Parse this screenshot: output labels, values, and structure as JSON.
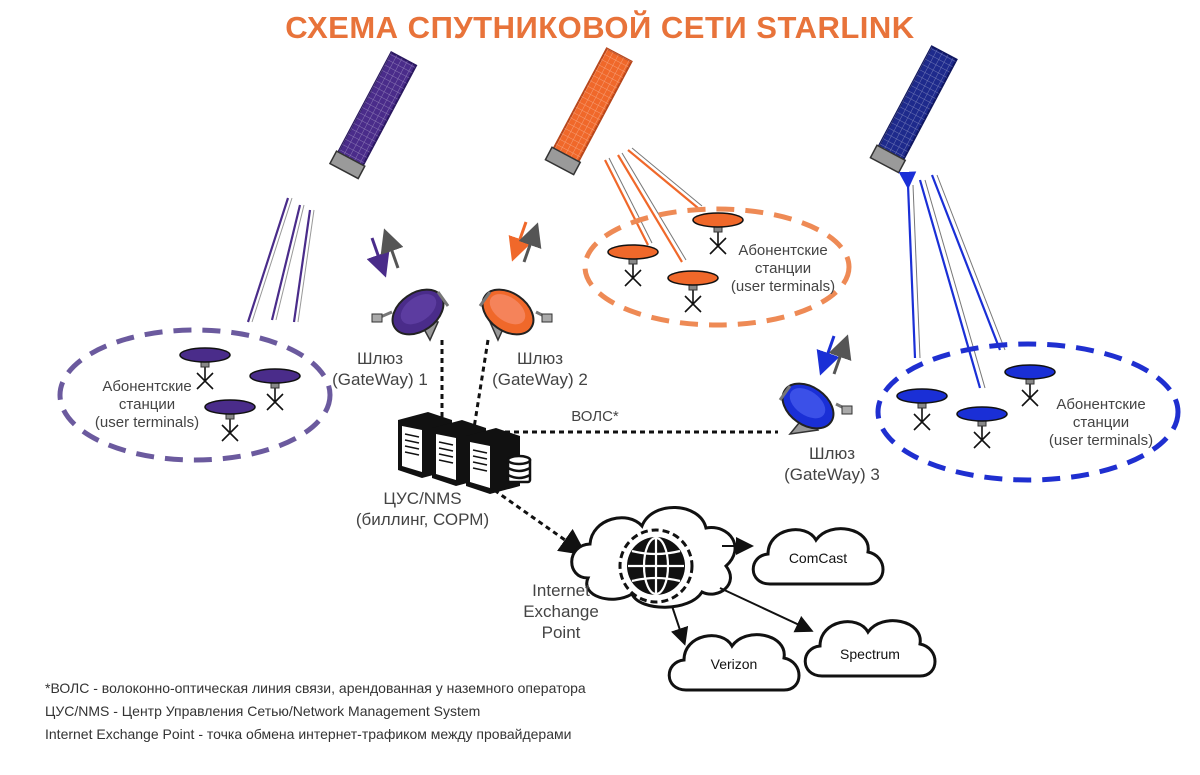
{
  "title": "СХЕМА СПУТНИКОВОЙ СЕТИ STARLINK",
  "colors": {
    "title": "#e8733a",
    "purple": "#4a2c8a",
    "orange": "#f0682a",
    "blue": "#1e2a8c",
    "bright_blue": "#1a2fd6",
    "dash_purple": "#6b5a9e",
    "dash_orange": "#ee8a55",
    "dash_blue": "#1f2fd0"
  },
  "groups": {
    "left": {
      "line1": "Абонентские",
      "line2": "станции",
      "line3": "(user terminals)"
    },
    "top": {
      "line1": "Абонентские",
      "line2": "станции",
      "line3": "(user terminals)"
    },
    "right": {
      "line1": "Абонентские",
      "line2": "станции",
      "line3": "(user terminals)"
    }
  },
  "gateways": {
    "g1": {
      "line1": "Шлюз",
      "line2": "(GateWay) 1"
    },
    "g2": {
      "line1": "Шлюз",
      "line2": "(GateWay) 2"
    },
    "g3": {
      "line1": "Шлюз",
      "line2": "(GateWay) 3"
    }
  },
  "volc_label": "ВОЛС*",
  "nms": {
    "line1": "ЦУС/NMS",
    "line2": "(биллинг, СОРМ)"
  },
  "ixp": {
    "line1": "Internet",
    "line2": "Exchange",
    "line3": "Point"
  },
  "providers": {
    "comcast": "ComCast",
    "verizon": "Verizon",
    "spectrum": "Spectrum"
  },
  "footnotes": [
    "*ВОЛС - волоконно-оптическая линия связи, арендованная у наземного оператора",
    "ЦУС/NMS - Центр Управления Сетью/Network Management System",
    "Internet Exchange Point - точка обмена интернет-трафиком между провайдерами"
  ]
}
